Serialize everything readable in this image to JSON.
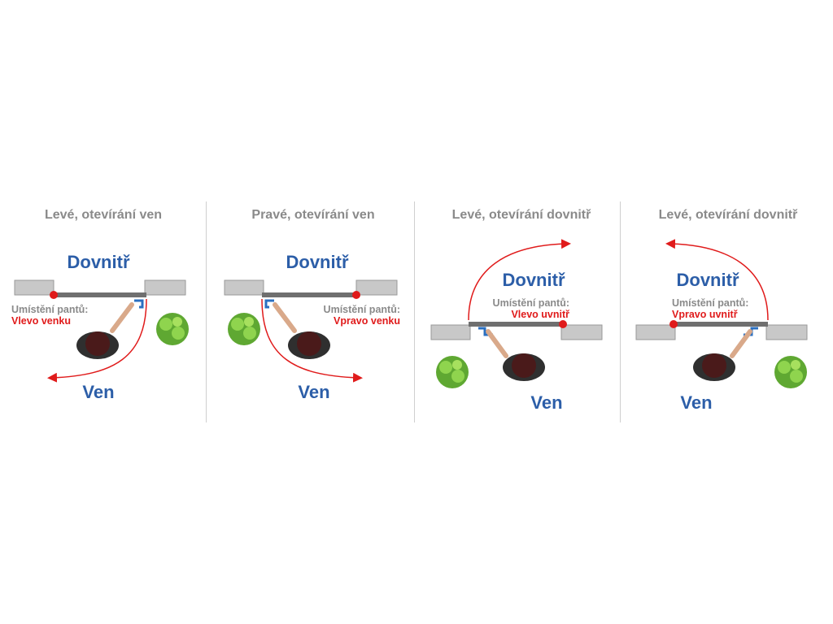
{
  "colors": {
    "title_gray": "#8a8a8a",
    "direction_blue": "#2c5ea8",
    "hinge_red": "#e01b1b",
    "wall_gray": "#c8c8c8",
    "door_gray": "#6f6f6f",
    "handle_blue": "#2a6fc0",
    "plant_green": "#7cc242"
  },
  "panels": [
    {
      "title": "Levé, otevírání ven",
      "inside_label": "Dovnitř",
      "outside_label": "Ven",
      "hinge_label": "Umístění pantů:",
      "hinge_value": "Vlevo venku",
      "hinge_side": "left",
      "opening": "out"
    },
    {
      "title": "Pravé, otevírání ven",
      "inside_label": "Dovnitř",
      "outside_label": "Ven",
      "hinge_label": "Umístění pantů:",
      "hinge_value": "Vpravo venku",
      "hinge_side": "right",
      "opening": "out"
    },
    {
      "title": "Levé, otevírání dovnitř",
      "inside_label": "Dovnitř",
      "outside_label": "Ven",
      "hinge_label": "Umístění pantů:",
      "hinge_value": "Vlevo uvnitř",
      "hinge_side": "left",
      "opening": "in"
    },
    {
      "title": "Levé, otevírání dovnitř",
      "inside_label": "Dovnitř",
      "outside_label": "Ven",
      "hinge_label": "Umístění pantů:",
      "hinge_value": "Vpravo uvnitř",
      "hinge_side": "right",
      "opening": "in"
    }
  ]
}
